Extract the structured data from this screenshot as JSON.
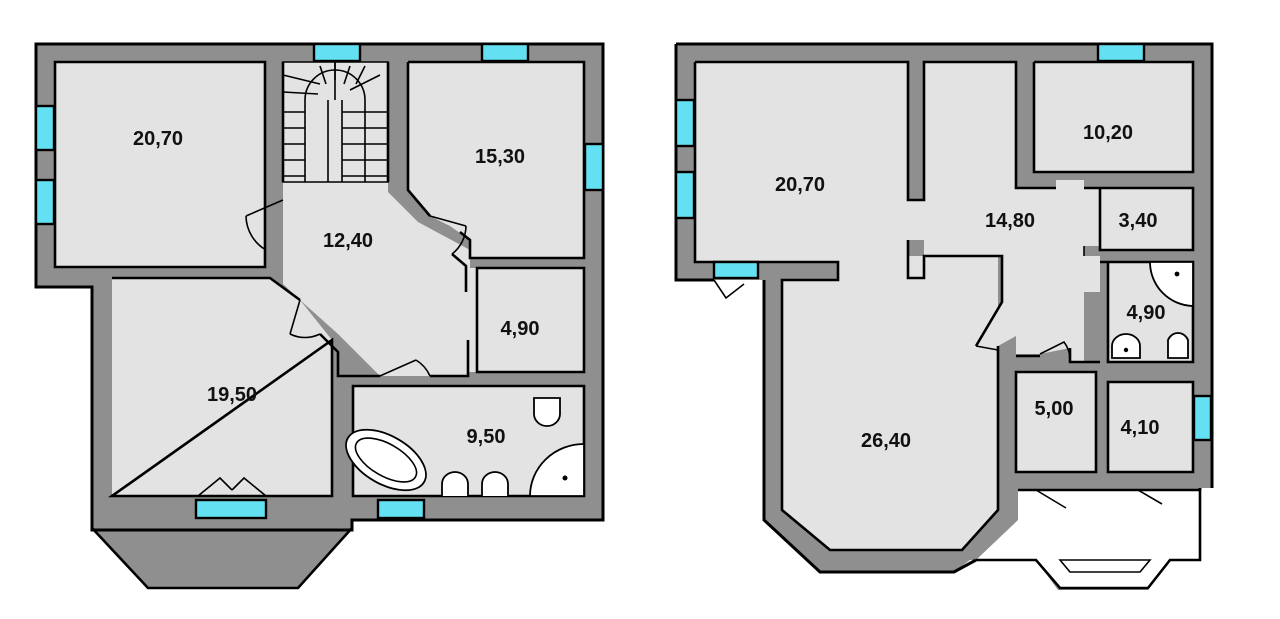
{
  "plans": [
    {
      "rooms": [
        {
          "id": "bedroom-nw",
          "area": "20,70"
        },
        {
          "id": "bedroom-ne",
          "area": "15,30"
        },
        {
          "id": "hall",
          "area": "12,40"
        },
        {
          "id": "closet",
          "area": "4,90"
        },
        {
          "id": "bathroom",
          "area": "9,50"
        },
        {
          "id": "bedroom-sw",
          "area": "19,50"
        }
      ]
    },
    {
      "rooms": [
        {
          "id": "living-room",
          "area": "20,70"
        },
        {
          "id": "corridor",
          "area": "14,80"
        },
        {
          "id": "bedroom",
          "area": "10,20"
        },
        {
          "id": "storage",
          "area": "3,40"
        },
        {
          "id": "bathroom",
          "area": "4,90"
        },
        {
          "id": "utility",
          "area": "5,00"
        },
        {
          "id": "boiler",
          "area": "4,10"
        },
        {
          "id": "dining-room",
          "area": "26,40"
        }
      ]
    }
  ],
  "colors": {
    "floor": "#e3e3e3",
    "wall": "#8f8f8f",
    "window": "#63e0f2",
    "outline": "#000000"
  }
}
